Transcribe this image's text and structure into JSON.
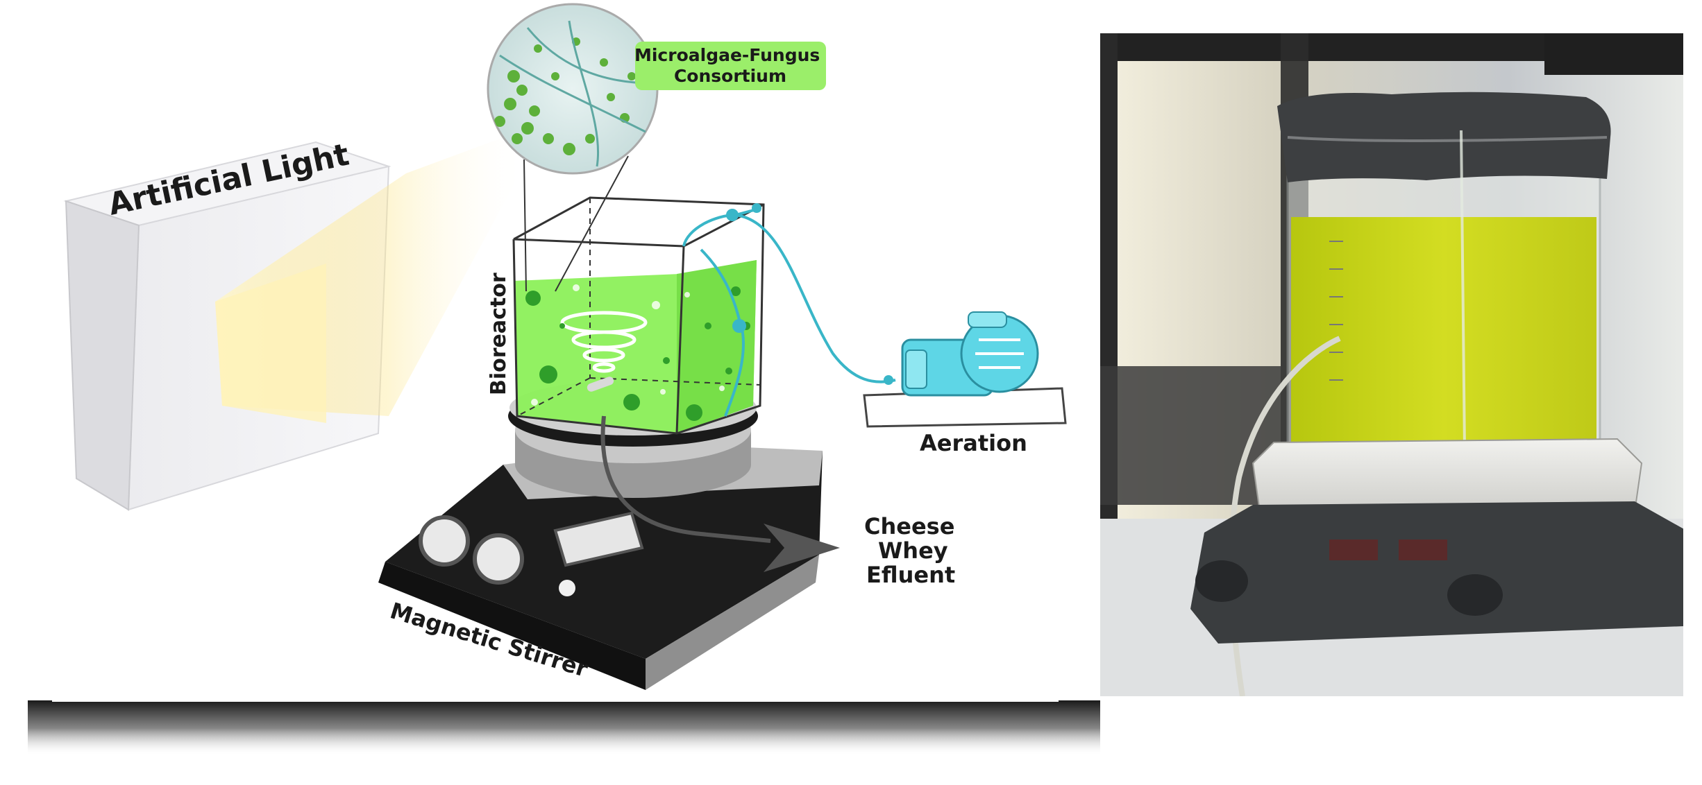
{
  "diagram": {
    "labels": {
      "artificial_light": "Artificial Light",
      "consortium": "Microalgae-Fungus\nConsortium",
      "bioreactor": "Bioreactor",
      "aeration": "Aeration",
      "effluent": "Cheese\nWhey\nEfluent",
      "stirrer": "Magnetic Stirrer"
    },
    "colors": {
      "culture_green": "#8cf05a",
      "cell_green": "#2f9e2a",
      "pump_cyan": "#5ed6e6",
      "tube_cyan": "#39b6c8",
      "label_bg": "#9bee6a",
      "stirrer_dark": "#1c1c1c",
      "stirrer_gray": "#a9a9a9",
      "light_glow": "#fde68a"
    },
    "icons": [
      "light-panel-icon",
      "microscope-view-icon",
      "bioreactor-icon",
      "air-pump-icon",
      "magnetic-stirrer-icon",
      "outlet-arrow-icon"
    ]
  },
  "photo": {
    "colors": {
      "culture": "#c9d51c",
      "stirrer_body": "#3a3d3f",
      "plate": "#e4e4e0",
      "background": "#cfd3d6"
    }
  }
}
